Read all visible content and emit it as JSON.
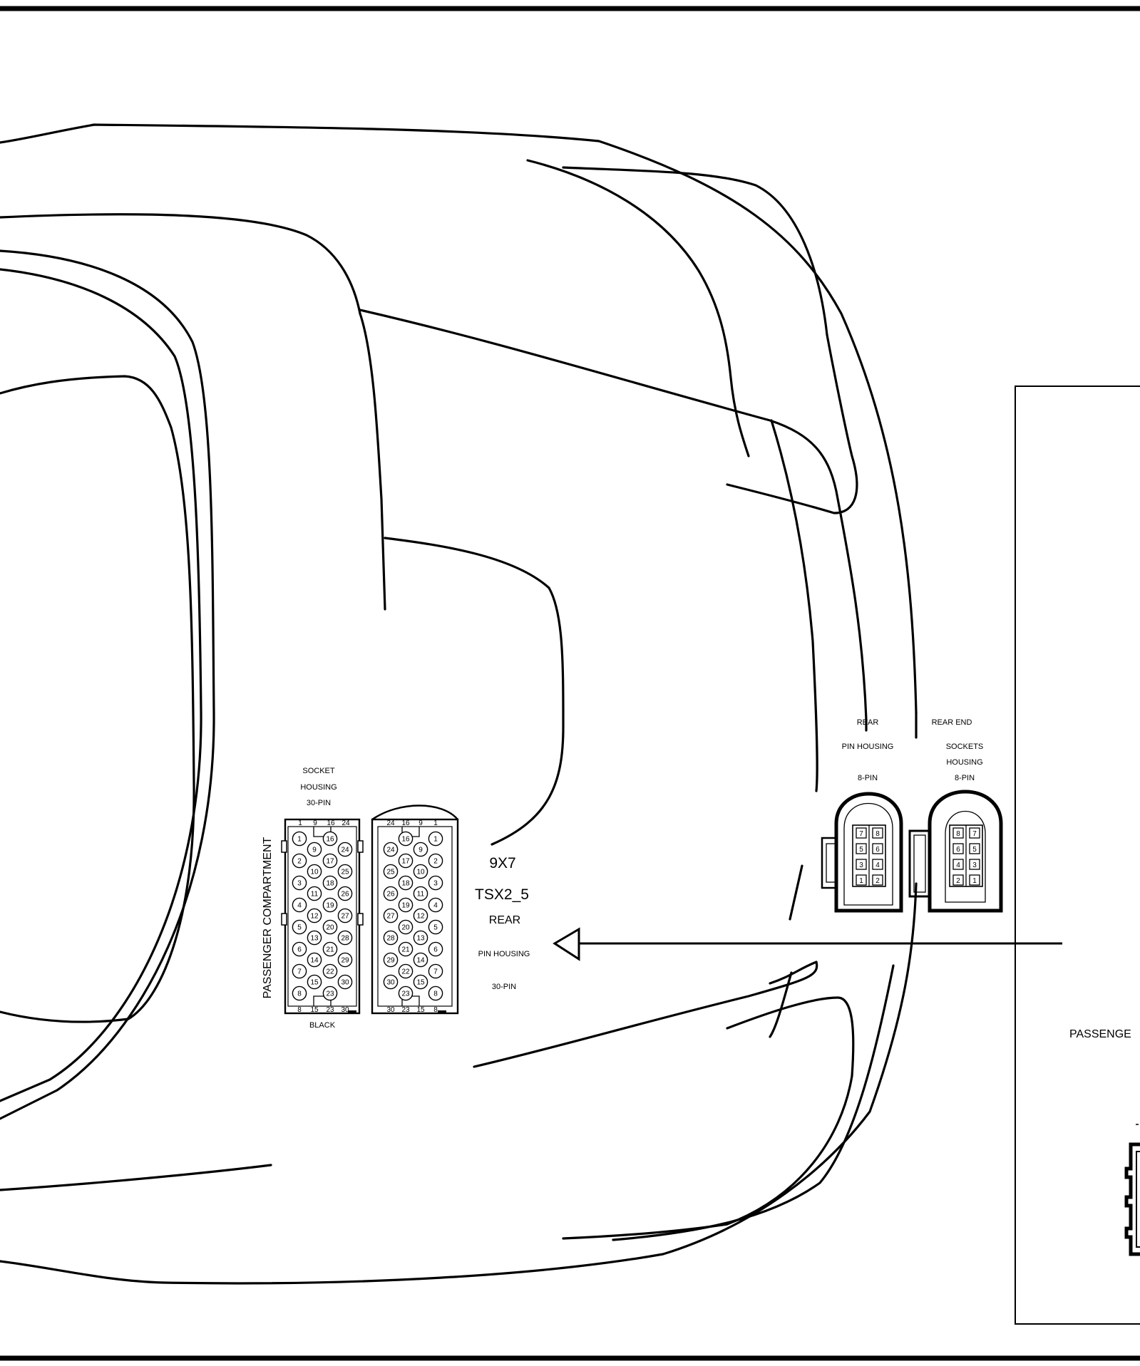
{
  "labels": {
    "socket_line1": "SOCKET",
    "socket_line2": "HOUSING",
    "socket_line3": "30-PIN",
    "passenger_compartment": "PASSENGER COMPARTMENT",
    "black": "BLACK",
    "code": "9X7",
    "connector_id": "TSX2_5",
    "rear": "REAR",
    "pin_housing": "PIN HOUSING",
    "thirty_pin": "30-PIN",
    "rear_small": "REAR",
    "pin_housing_small": "PIN HOUSING",
    "eight_pin_a": "8-PIN",
    "rear_end": "REAR END",
    "sockets": "SOCKETS",
    "housing": "HOUSING",
    "eight_pin_b": "8-PIN",
    "passenge_cut": "PASSENGE"
  },
  "socket_30pin": {
    "top_numbers": [
      "1",
      "9",
      "16",
      "24"
    ],
    "bottom_numbers": [
      "8",
      "15",
      "23",
      "30"
    ],
    "columns": [
      [
        "1",
        "2",
        "3",
        "4",
        "5",
        "6",
        "7",
        "8"
      ],
      [
        "9",
        "10",
        "11",
        "12",
        "13",
        "14",
        "15"
      ],
      [
        "16",
        "17",
        "18",
        "19",
        "20",
        "21",
        "22",
        "23"
      ],
      [
        "24",
        "25",
        "26",
        "27",
        "28",
        "29",
        "30"
      ]
    ]
  },
  "pin_30pin": {
    "top_numbers": [
      "24",
      "16",
      "9",
      "1"
    ],
    "bottom_numbers": [
      "30",
      "23",
      "15",
      "8"
    ],
    "columns": [
      [
        "24",
        "25",
        "26",
        "27",
        "28",
        "29",
        "30"
      ],
      [
        "16",
        "17",
        "18",
        "19",
        "20",
        "21",
        "22",
        "23"
      ],
      [
        "9",
        "10",
        "11",
        "12",
        "13",
        "14",
        "15"
      ],
      [
        "1",
        "2",
        "3",
        "4",
        "5",
        "6",
        "7",
        "8"
      ]
    ]
  },
  "pin_8pin": {
    "rows": [
      [
        "7",
        "8"
      ],
      [
        "5",
        "6"
      ],
      [
        "3",
        "4"
      ],
      [
        "1",
        "2"
      ]
    ]
  },
  "socket_8pin": {
    "rows": [
      [
        "8",
        "7"
      ],
      [
        "6",
        "5"
      ],
      [
        "4",
        "3"
      ],
      [
        "2",
        "1"
      ]
    ]
  }
}
